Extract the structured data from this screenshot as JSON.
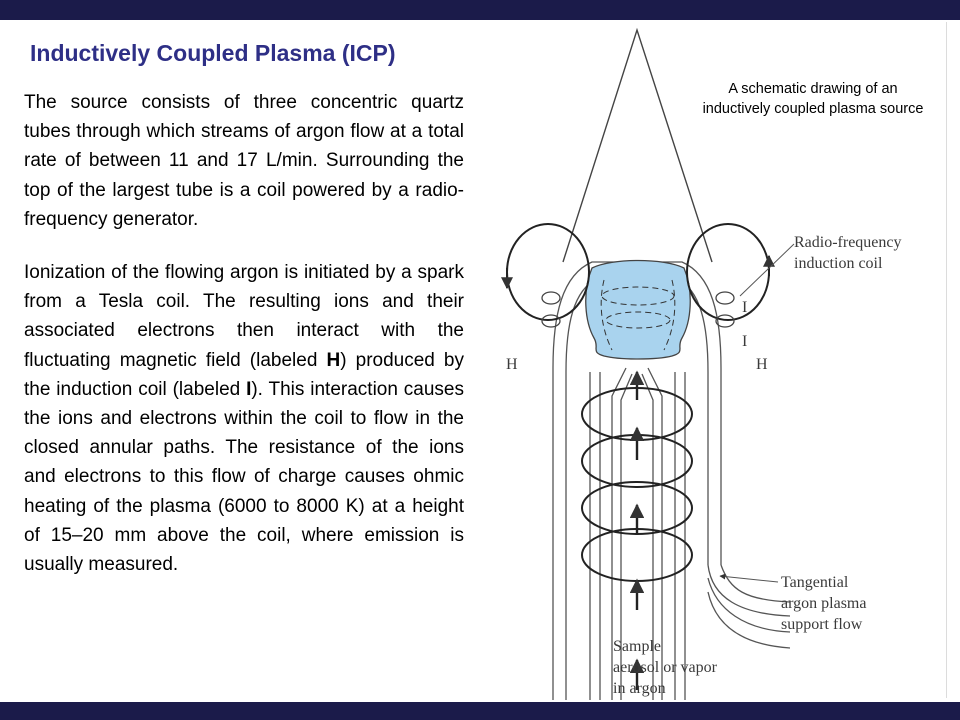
{
  "slide": {
    "title": "Inductively Coupled Plasma (ICP)",
    "paragraph1": "The source consists of three concentric quartz tubes through which streams of argon flow at a total rate of between 11 and 17 L/min. Surrounding the top of the largest tube is a coil powered by a radio-frequency generator.",
    "paragraph2": {
      "part1": "Ionization of the flowing argon is initiated by a spark from a Tesla coil. The resulting ions and their associated electrons then interact with the fluctuating magnetic field (labeled ",
      "h_label": "H",
      "part2": ") produced by the induction coil (labeled ",
      "i_label": "I",
      "part3": "). This interaction causes the ions and electrons within the coil to flow in the closed annular paths. The resistance of the ions and electrons to this flow of charge causes ohmic heating of the plasma (6000 to 8000 K) at a height of 15–20 mm above the coil, where emission is usually measured."
    }
  },
  "figure": {
    "caption": "A schematic drawing of an inductively coupled plasma source",
    "labels": {
      "rf_coil_line1": "Radio-frequency",
      "rf_coil_line2": "induction coil",
      "h_left": "H",
      "h_right": "H",
      "i_upper": "I",
      "i_lower": "I",
      "tangential_line1": "Tangential",
      "tangential_line2": "argon plasma",
      "tangential_line3": "support flow",
      "sample_line1": "Sample",
      "sample_line2": "aerosol or vapor",
      "sample_line3": "in argon"
    },
    "colors": {
      "plasma": "#a9d3ee",
      "ink": "#333333",
      "title": "#2e2f86",
      "bars": "#1b1b4a"
    }
  }
}
